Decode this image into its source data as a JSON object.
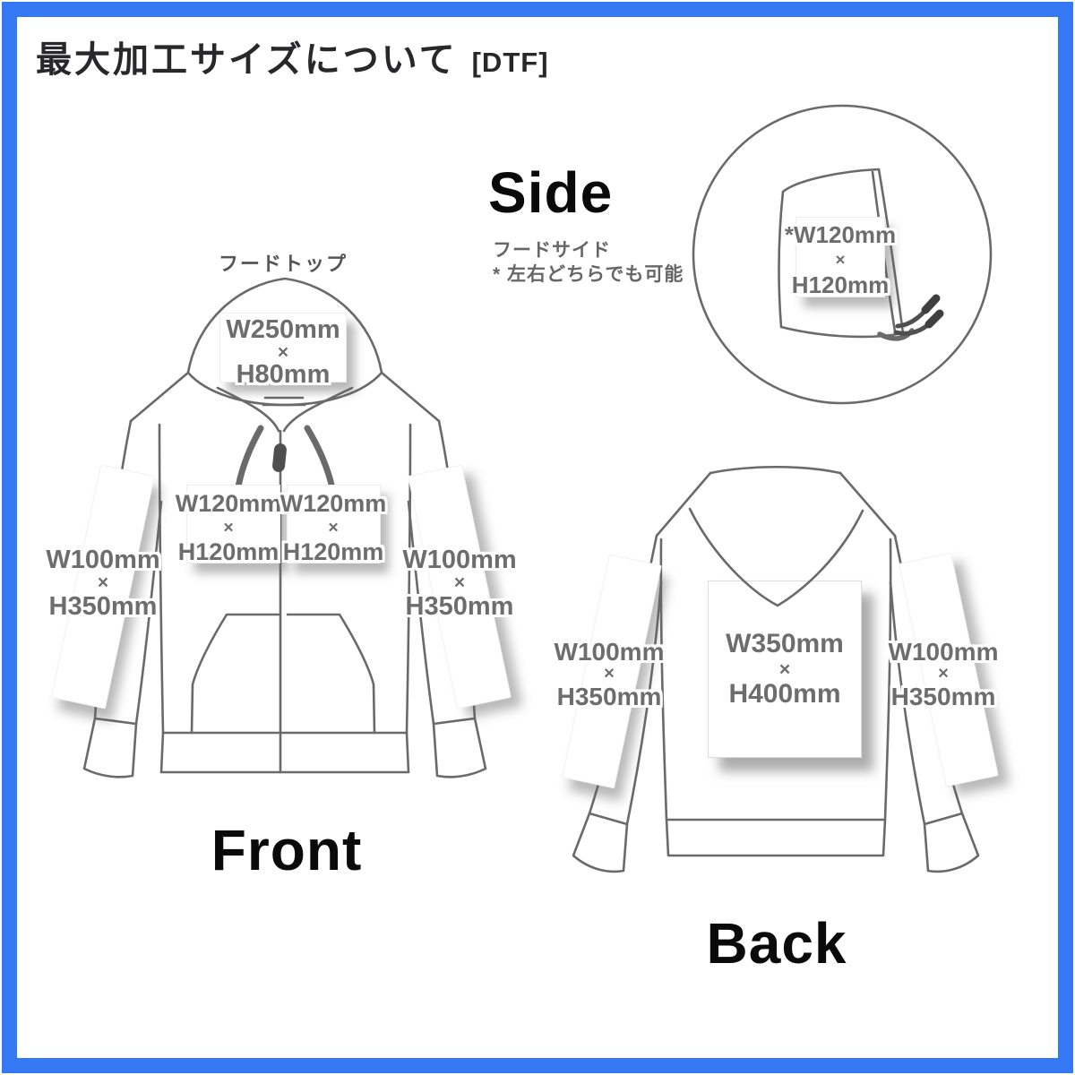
{
  "title": {
    "main": "最大加工サイズについて",
    "tag": "[DTF]"
  },
  "views": {
    "front": {
      "label": "Front",
      "hood_caption": "フードトップ"
    },
    "side": {
      "label": "Side",
      "note_line1": "フードサイド",
      "note_line2": "* 左右どちらでも可能"
    },
    "back": {
      "label": "Back"
    }
  },
  "print_areas": {
    "front_hood": {
      "w": "W250mm",
      "x": "×",
      "h": "H80mm"
    },
    "front_chest_left": {
      "w": "W120mm",
      "x": "×",
      "h": "H120mm"
    },
    "front_chest_right": {
      "w": "W120mm",
      "x": "×",
      "h": "H120mm"
    },
    "front_sleeve_left": {
      "w": "W100mm",
      "x": "×",
      "h": "H350mm"
    },
    "front_sleeve_right": {
      "w": "W100mm",
      "x": "×",
      "h": "H350mm"
    },
    "side_hood": {
      "w": "*W120mm",
      "x": "×",
      "h": "H120mm"
    },
    "back_body": {
      "w": "W350mm",
      "x": "×",
      "h": "H400mm"
    },
    "back_sleeve_left": {
      "w": "W100mm",
      "x": "×",
      "h": "H350mm"
    },
    "back_sleeve_right": {
      "w": "W100mm",
      "x": "×",
      "h": "H350mm"
    }
  },
  "colors": {
    "frame_blue": "#3478f6",
    "garment_line": "#6a6a6a",
    "measurement_text": "#6d6d6d",
    "heading_text": "#0a0a0a",
    "note_text": "#666666",
    "zipper_pull": "#4f4f4f"
  }
}
